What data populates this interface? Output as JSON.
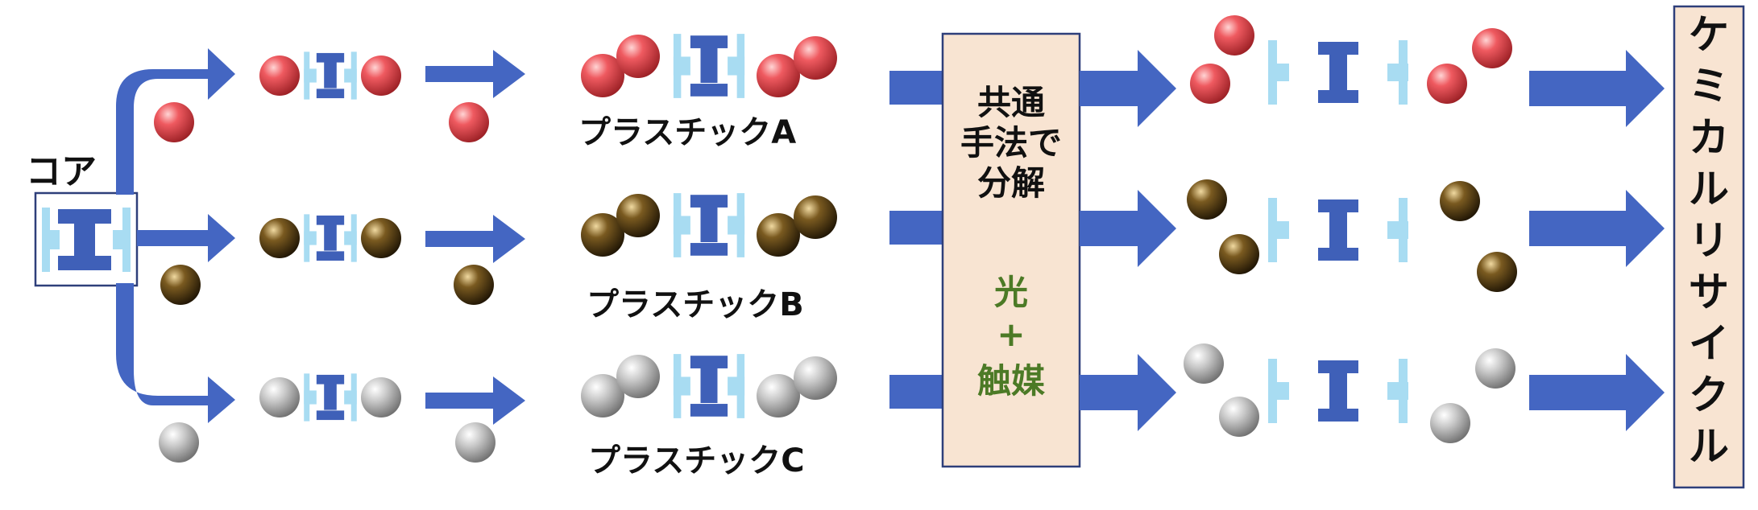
{
  "core_label": "コア",
  "plastics": [
    {
      "label": "プラスチックA",
      "ball": "red"
    },
    {
      "label": "プラスチックB",
      "ball": "brown"
    },
    {
      "label": "プラスチックC",
      "ball": "gray"
    }
  ],
  "method_box": {
    "line1": "共通",
    "line2": "手法で",
    "line3": "分解",
    "light": "光",
    "plus": "+",
    "catalyst": "触媒"
  },
  "result_box": {
    "text": "ケミカルリサイクル"
  },
  "colors": {
    "arrow_blue": "#4466c2",
    "core_blue": "#3f60b8",
    "light_blue": "#a8dcf2",
    "box_fill": "#f8e4d2",
    "ball_red": "#d9464c",
    "ball_brown": "#4a3410",
    "ball_gray": "#a9a9a9",
    "green_text": "#4c7a26"
  }
}
